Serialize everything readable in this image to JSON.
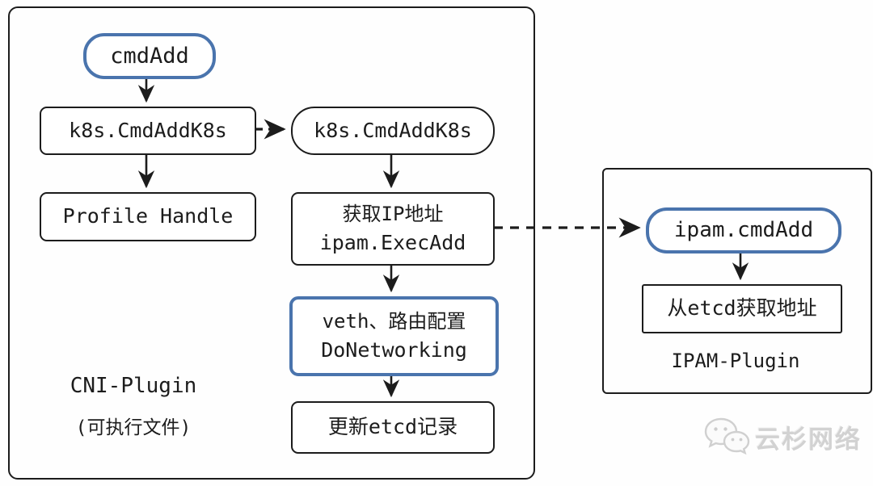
{
  "diagram": {
    "title_hint": "CNI plugin cmdAdd flow",
    "panels": {
      "cni": {
        "label_line1": "CNI-Plugin",
        "label_line2": "(可执行文件)"
      },
      "ipam": {
        "label": "IPAM-Plugin"
      }
    },
    "nodes": {
      "cmd_add": {
        "label": "cmdAdd"
      },
      "k8s_cmd_add_left": {
        "label": "k8s.CmdAddK8s"
      },
      "profile_handle": {
        "label": "Profile Handle"
      },
      "k8s_cmd_add_mid": {
        "label": "k8s.CmdAddK8s"
      },
      "get_ip": {
        "line1": "获取IP地址",
        "line2": "ipam.ExecAdd"
      },
      "do_networking": {
        "line1": "veth、路由配置",
        "line2": "DoNetworking"
      },
      "update_etcd": {
        "label": "更新etcd记录"
      },
      "ipam_cmd_add": {
        "label": "ipam.cmdAdd"
      },
      "etcd_get_addr": {
        "label": "从etcd获取地址"
      }
    },
    "edges": [
      {
        "from": "cmd_add",
        "to": "k8s_cmd_add_left",
        "style": "solid"
      },
      {
        "from": "k8s_cmd_add_left",
        "to": "profile_handle",
        "style": "solid"
      },
      {
        "from": "k8s_cmd_add_left",
        "to": "k8s_cmd_add_mid",
        "style": "dashed"
      },
      {
        "from": "k8s_cmd_add_mid",
        "to": "get_ip",
        "style": "solid"
      },
      {
        "from": "get_ip",
        "to": "do_networking",
        "style": "solid"
      },
      {
        "from": "do_networking",
        "to": "update_etcd",
        "style": "solid"
      },
      {
        "from": "get_ip",
        "to": "ipam_cmd_add",
        "style": "dashed"
      },
      {
        "from": "ipam_cmd_add",
        "to": "etcd_get_addr",
        "style": "solid"
      }
    ],
    "colors": {
      "accent_blue": "#4a74ad",
      "line_black": "#1c1c1c",
      "background": "#fefefe",
      "watermark_gray": "#d2d2d2"
    },
    "watermark": {
      "text": "云杉网络",
      "icon": "wechat-bubbles-icon"
    }
  }
}
